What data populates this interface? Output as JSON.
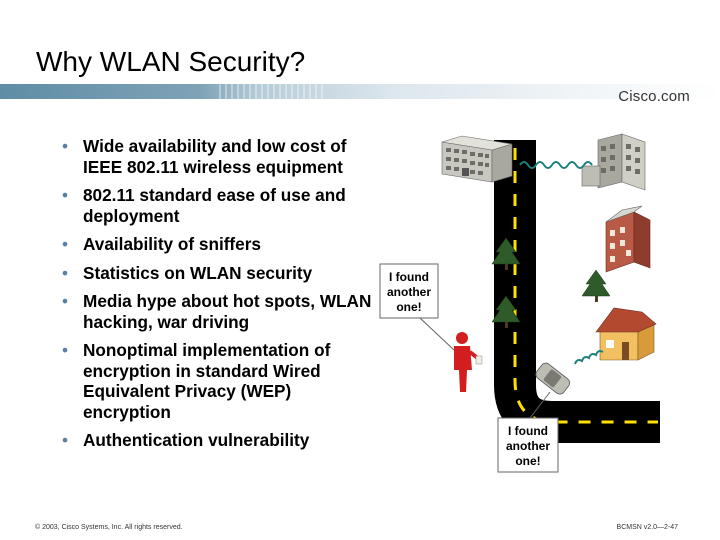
{
  "slide": {
    "title": "Why WLAN Security?",
    "brand": "Cisco.com",
    "bullets": [
      "Wide availability and low cost of IEEE 802.11 wireless equipment",
      "802.11 standard ease of use and deployment",
      "Availability of sniffers",
      "Statistics on WLAN security",
      "Media hype about hot spots, WLAN hacking, war driving",
      "Nonoptimal implementation of encryption in standard Wired Equivalent Privacy (WEP) encryption",
      "Authentication vulnerability"
    ],
    "footer_left": "© 2003, Cisco Systems, Inc. All rights reserved.",
    "footer_right": "BCMSN v2.0—2-47"
  },
  "illustration": {
    "bubble_person": [
      "I found",
      "another",
      "one!"
    ],
    "bubble_car": [
      "I found",
      "another",
      "one!"
    ]
  },
  "colors": {
    "title_bar": "#5f8da5",
    "bullet": "#5a7fa0",
    "road": "#000000",
    "road_dash": "#ffe100",
    "person": "#d21e1e",
    "wave": "#1e7f7f"
  },
  "icons": [
    "office-building-icon",
    "apartment-building-icon",
    "house-icon",
    "tree-icon",
    "car-icon",
    "person-icon",
    "wireless-signal-icon"
  ]
}
